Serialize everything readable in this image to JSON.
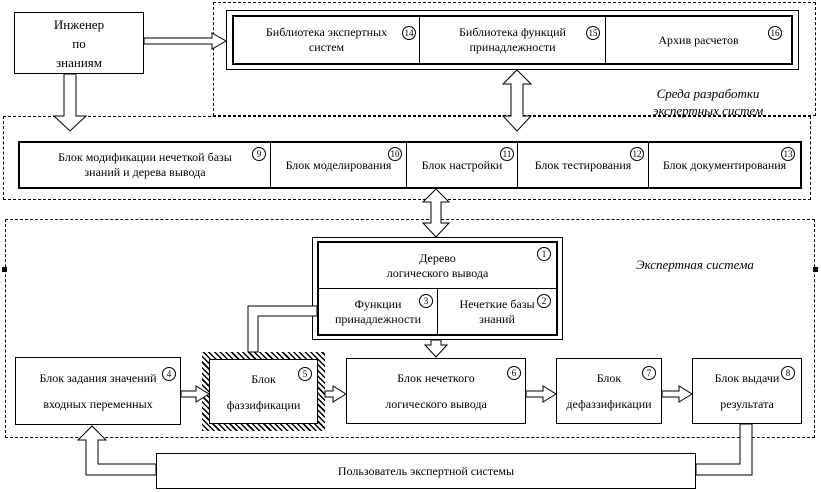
{
  "engineer": {
    "lines": [
      "Инженер",
      "по",
      "знаниям"
    ]
  },
  "env_label": {
    "lines": [
      "Среда разработки",
      "экспертных систем"
    ]
  },
  "expert_label": "Экспертная система",
  "top_row": [
    {
      "lines": [
        "Библиотека экспертных",
        "систем"
      ],
      "num": "14"
    },
    {
      "lines": [
        "Библиотека функций",
        "принадлежности"
      ],
      "num": "15"
    },
    {
      "lines": [
        "Архив расчетов"
      ],
      "num": "16"
    }
  ],
  "mid_row": [
    {
      "lines": [
        "Блок модификации нечеткой базы",
        "знаний и дерева вывода"
      ],
      "num": "9"
    },
    {
      "lines": [
        "Блок моделирования"
      ],
      "num": "10"
    },
    {
      "lines": [
        "Блок настройки"
      ],
      "num": "11"
    },
    {
      "lines": [
        "Блок тестирования"
      ],
      "num": "12"
    },
    {
      "lines": [
        "Блок документирования"
      ],
      "num": "13"
    }
  ],
  "tree": {
    "lines": [
      "Дерево",
      "логического вывода"
    ],
    "num": "1"
  },
  "membership": {
    "lines": [
      "Функции",
      "принадлежности"
    ],
    "num": "3"
  },
  "fuzzy_bases": {
    "lines": [
      "Нечеткие базы",
      "знаний"
    ],
    "num": "2"
  },
  "bottom_row": [
    {
      "lines": [
        "Блок задания значений",
        "входных переменных"
      ],
      "num": "4"
    },
    {
      "lines": [
        "Блок",
        "фаззификации"
      ],
      "num": "5"
    },
    {
      "lines": [
        "Блок нечеткого",
        "логического вывода"
      ],
      "num": "6"
    },
    {
      "lines": [
        "Блок",
        "дефаззификации"
      ],
      "num": "7"
    },
    {
      "lines": [
        "Блок выдачи",
        "результата"
      ],
      "num": "8"
    }
  ],
  "user": "Пользователь экспертной системы"
}
